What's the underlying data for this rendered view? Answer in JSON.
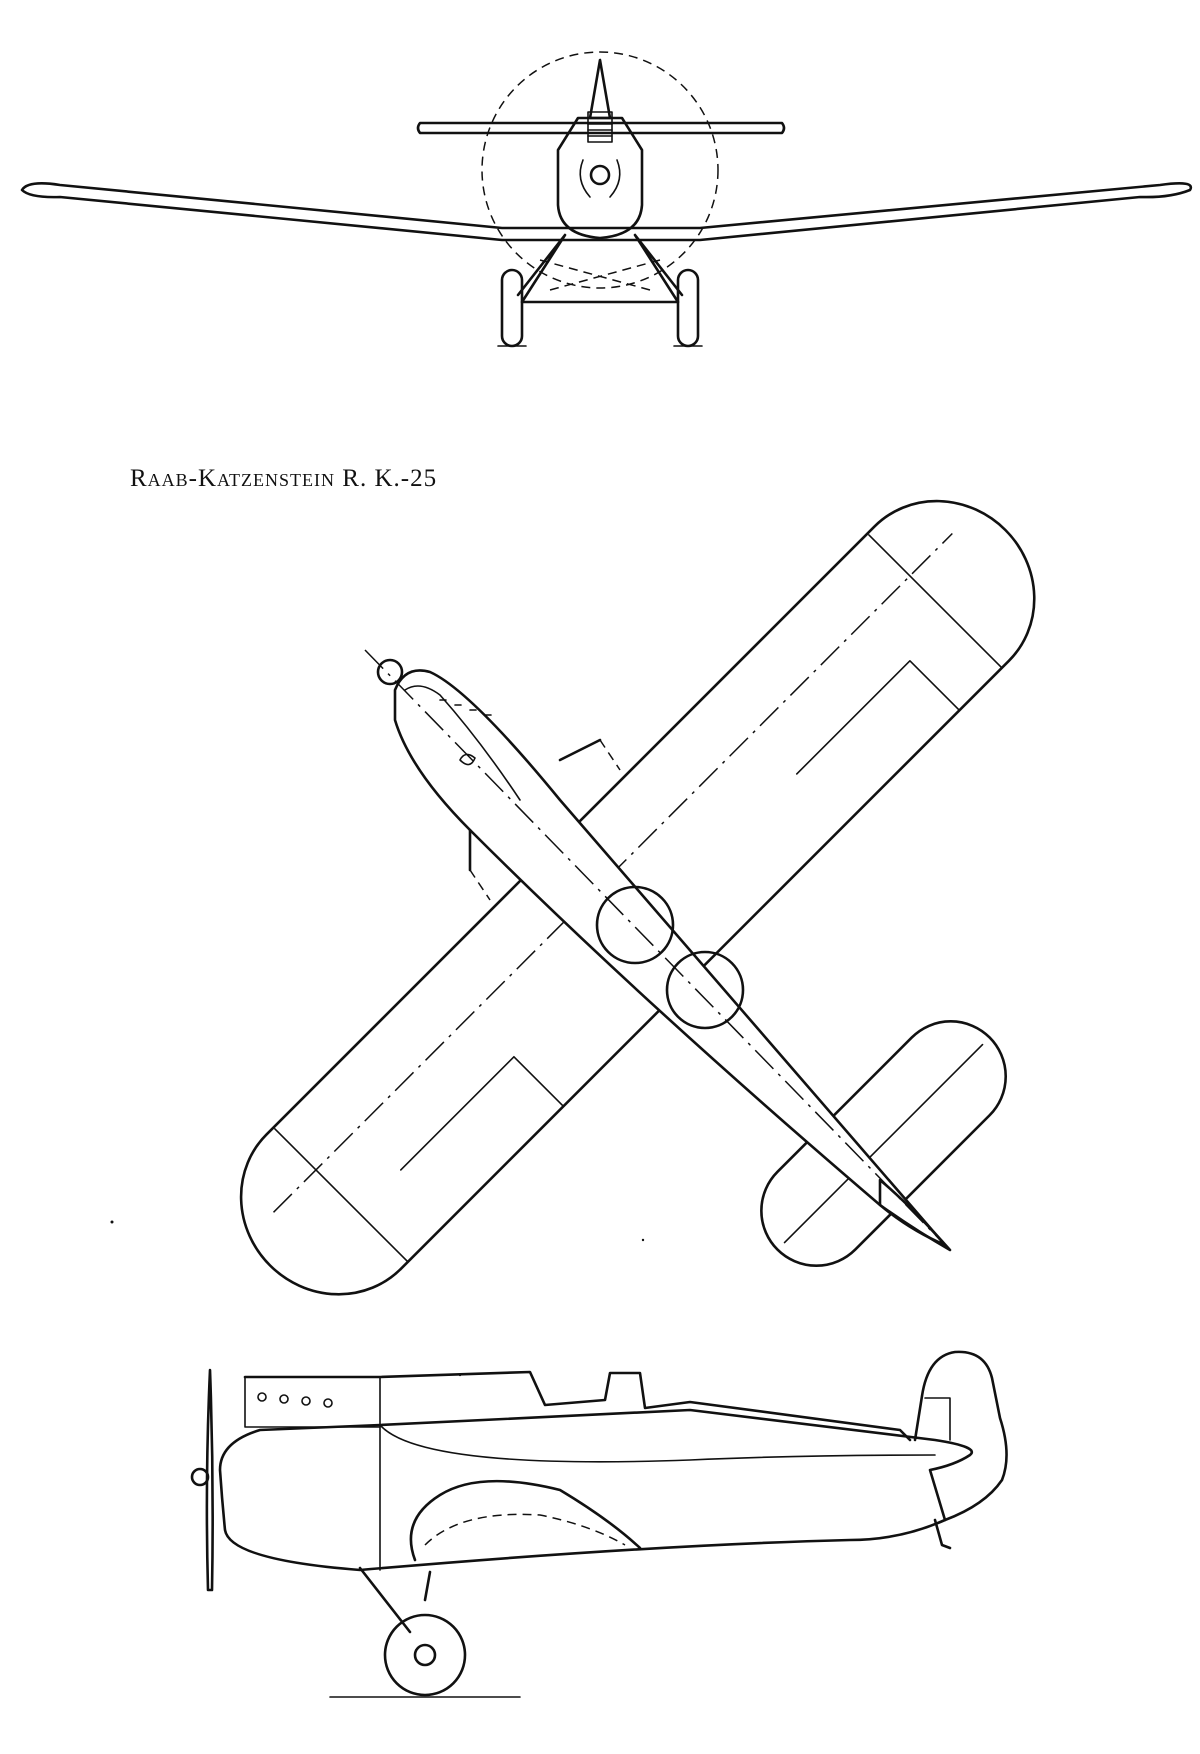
{
  "caption": {
    "title": "Raab-Katzenstein R. K.-25"
  },
  "views": [
    {
      "id": "front",
      "icon": "front-view"
    },
    {
      "id": "plan",
      "icon": "plan-view"
    },
    {
      "id": "side",
      "icon": "side-view"
    }
  ],
  "colors": {
    "ink": "#111111",
    "paper": "#ffffff"
  }
}
